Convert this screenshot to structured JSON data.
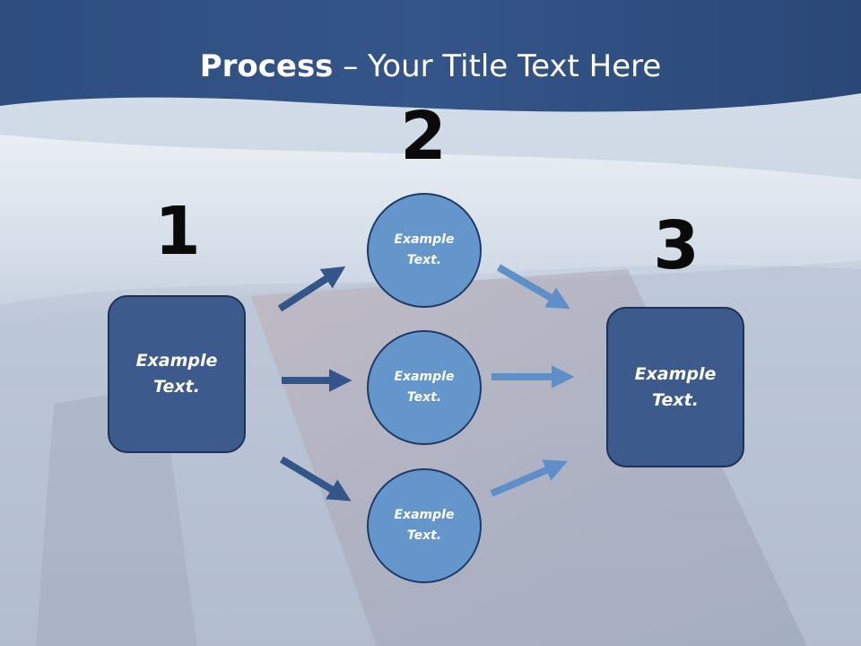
{
  "slide": {
    "title_bold": "Process",
    "title_rest": " – Your Title Text Here"
  },
  "steps": {
    "one": {
      "number": "1",
      "box_text": "Example\nText."
    },
    "two": {
      "number": "2",
      "circles": [
        {
          "text": "Example\nText."
        },
        {
          "text": "Example\nText."
        },
        {
          "text": "Example\nText."
        }
      ]
    },
    "three": {
      "number": "3",
      "box_text": "Example\nText."
    }
  },
  "colors": {
    "header": "#2c4a7c",
    "box_fill": "#3c5a8c",
    "circle_fill": "#6496cc",
    "dark_arrow": "#34558a",
    "light_arrow": "#5e8fc8"
  }
}
